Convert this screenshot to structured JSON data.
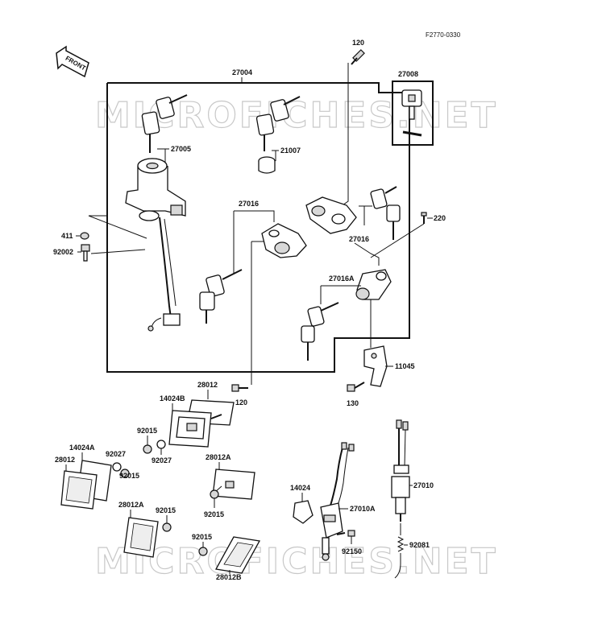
{
  "figure_code": "F2770-0330",
  "front_label": "FRONT",
  "watermark": "MICROFICHES.NET",
  "labels": {
    "p27004": "27004",
    "p120a": "120",
    "p27008": "27008",
    "p27005": "27005",
    "p21007": "21007",
    "p27016a": "27016",
    "p27016b": "27016",
    "p220": "220",
    "p411": "411",
    "p92002": "92002",
    "p27016A": "27016A",
    "p11045": "11045",
    "p130": "130",
    "p120b": "120",
    "p28012a": "28012",
    "p14024B": "14024B",
    "p92015a": "92015",
    "p92027a": "92027",
    "p14024A": "14024A",
    "p28012b": "28012",
    "p92027b": "92027",
    "p92015b": "92015",
    "p28012A1": "28012A",
    "p92015c": "92015",
    "p28012A2": "28012A",
    "p92015d": "92015",
    "p92015e": "92015",
    "p28012B": "28012B",
    "p14024": "14024",
    "p27010A": "27010A",
    "p92150": "92150",
    "p27010": "27010",
    "p92081": "92081"
  }
}
